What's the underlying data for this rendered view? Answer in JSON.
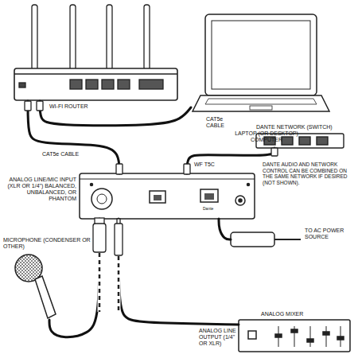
{
  "diagram": {
    "nodes": [
      {
        "text": [
          "WI-FI ROUTER"
        ]
      },
      {
        "text": [
          "LAPTOP (OR DESKTOP) COMPUTER"
        ]
      },
      {
        "text": [
          "DANTE NETWORK (SWITCH)"
        ]
      },
      {
        "text": [
          "ANALOG LINE/MIC INPUT (XLR OR 1/4\") BALANCED, UNBALANCED, OR PHANTOM"
        ]
      },
      {
        "text": [
          "TO AC POWER SOURCE"
        ]
      },
      {
        "text": [
          "MICROPHONE (CONDENSER OR OTHER)"
        ]
      },
      {
        "text": [
          "ANALOG MIXER"
        ]
      }
    ],
    "edges": [
      {
        "from": 0,
        "to": 1,
        "label": "CAT5e CABLE",
        "arrow": "none"
      },
      {
        "from": 0,
        "to": 3,
        "label": "CAT5e CABLE",
        "arrow": "none"
      },
      {
        "from": 3,
        "to": 2,
        "label": "WF T5C",
        "arrow": "none"
      },
      {
        "from": 3,
        "to": 4,
        "arrow": "none"
      },
      {
        "from": 5,
        "to": 3,
        "arrow": "none"
      },
      {
        "from": 6,
        "to": 3,
        "arrow": "none"
      }
    ],
    "labels": [
      "DANTE AUDIO AND NETWORK CONTROL CAN BE COMBINED ON THE SAME NETWORK IF DESIRED (NOT SHOWN).",
      "ANALOG LINE OUTPUT (1/4\" OR XLR)",
      "Dante"
    ]
  }
}
